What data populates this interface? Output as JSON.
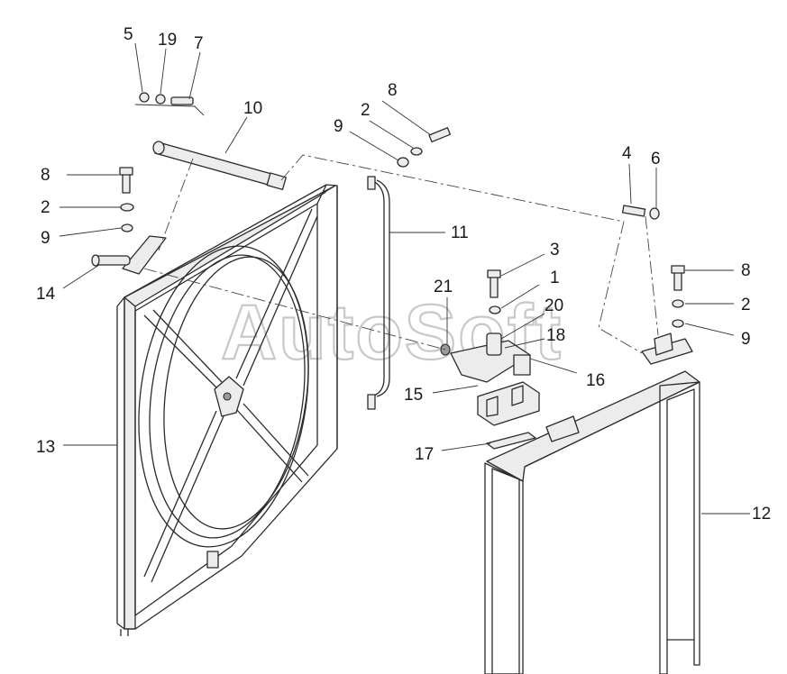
{
  "watermark": "AutoSoft",
  "callouts": [
    {
      "id": "c5",
      "label": "5"
    },
    {
      "id": "c19",
      "label": "19"
    },
    {
      "id": "c7",
      "label": "7"
    },
    {
      "id": "c10",
      "label": "10"
    },
    {
      "id": "c8a",
      "label": "8"
    },
    {
      "id": "c2a",
      "label": "2"
    },
    {
      "id": "c9a",
      "label": "9"
    },
    {
      "id": "c8b",
      "label": "8"
    },
    {
      "id": "c2b",
      "label": "2"
    },
    {
      "id": "c9b",
      "label": "9"
    },
    {
      "id": "c14",
      "label": "14"
    },
    {
      "id": "c11",
      "label": "11"
    },
    {
      "id": "c3",
      "label": "3"
    },
    {
      "id": "c1",
      "label": "1"
    },
    {
      "id": "c21",
      "label": "21"
    },
    {
      "id": "c20",
      "label": "20"
    },
    {
      "id": "c18",
      "label": "18"
    },
    {
      "id": "c16",
      "label": "16"
    },
    {
      "id": "c4",
      "label": "4"
    },
    {
      "id": "c6",
      "label": "6"
    },
    {
      "id": "c8c",
      "label": "8"
    },
    {
      "id": "c2c",
      "label": "2"
    },
    {
      "id": "c9c",
      "label": "9"
    },
    {
      "id": "c13",
      "label": "13"
    },
    {
      "id": "c15",
      "label": "15"
    },
    {
      "id": "c17",
      "label": "17"
    },
    {
      "id": "c12",
      "label": "12"
    }
  ]
}
